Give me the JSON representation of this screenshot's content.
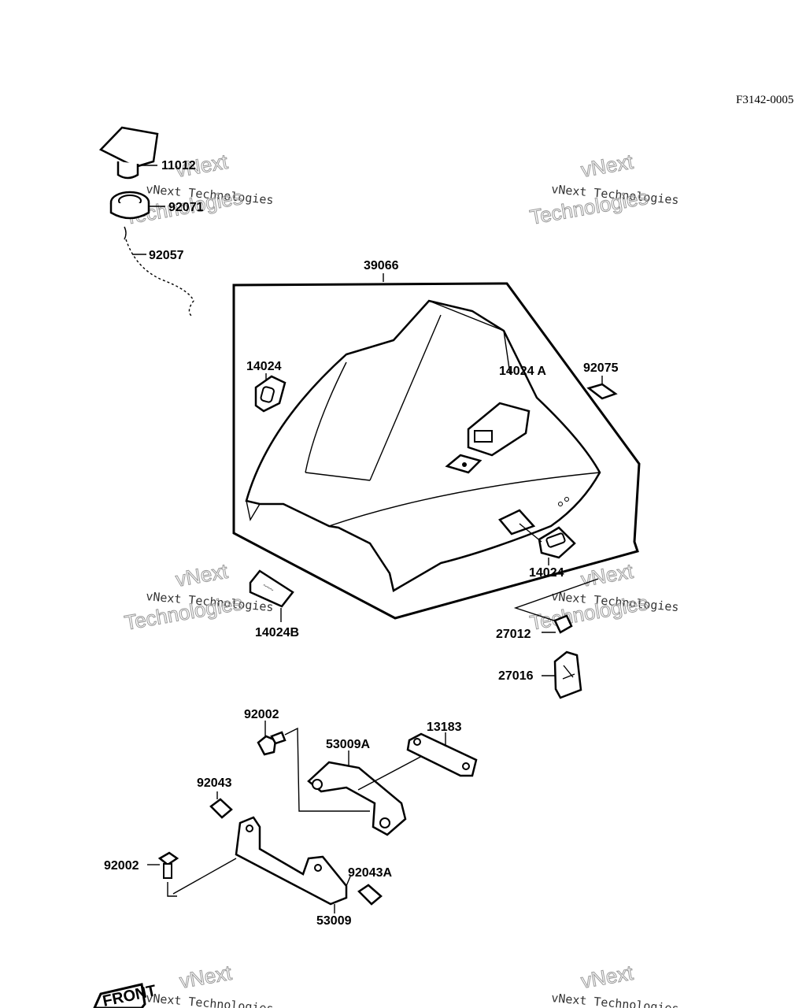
{
  "reference_code": "F3142-0005",
  "labels": {
    "p11012": "11012",
    "p92071": "92071",
    "p92057": "92057",
    "p39066": "39066",
    "p14024_left": "14024",
    "p14024A": "14024 A",
    "p92075": "92075",
    "p14024_right": "14024",
    "p14024B": "14024B",
    "p27012": "27012",
    "p27016": "27016",
    "p92002_top": "92002",
    "p53009A": "53009A",
    "p13183": "13183",
    "p92043": "92043",
    "p92002_bottom": "92002",
    "p92043A": "92043A",
    "p53009": "53009"
  },
  "watermark": {
    "line1": "vNext Technologies",
    "line2": "vNext",
    "line3": "Technologies"
  },
  "front_marker": "FRONT"
}
